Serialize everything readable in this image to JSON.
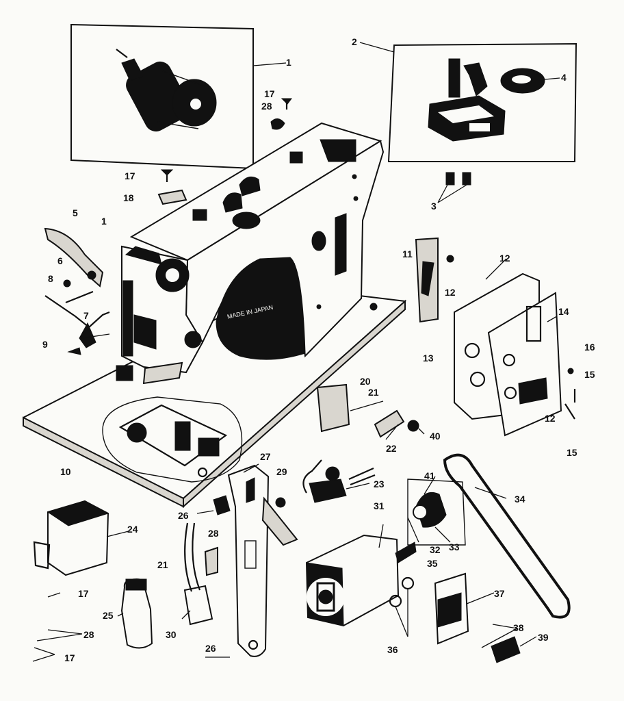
{
  "labels": [
    {
      "id": "l1",
      "text": "1"
    },
    {
      "id": "l2",
      "text": "2"
    },
    {
      "id": "l3",
      "text": "3"
    },
    {
      "id": "l4",
      "text": "4"
    },
    {
      "id": "l5",
      "text": "5"
    },
    {
      "id": "l1b",
      "text": "1"
    },
    {
      "id": "l6",
      "text": "6"
    },
    {
      "id": "l7",
      "text": "7"
    },
    {
      "id": "l8",
      "text": "8"
    },
    {
      "id": "l9",
      "text": "9"
    },
    {
      "id": "l10",
      "text": "10"
    },
    {
      "id": "l11",
      "text": "11"
    },
    {
      "id": "l12a",
      "text": "12"
    },
    {
      "id": "l12b",
      "text": "12"
    },
    {
      "id": "l12c",
      "text": "12"
    },
    {
      "id": "l13",
      "text": "13"
    },
    {
      "id": "l14",
      "text": "14"
    },
    {
      "id": "l15a",
      "text": "15"
    },
    {
      "id": "l15b",
      "text": "15"
    },
    {
      "id": "l16",
      "text": "16"
    },
    {
      "id": "l17a",
      "text": "17"
    },
    {
      "id": "l17b",
      "text": "17"
    },
    {
      "id": "l17c",
      "text": "17"
    },
    {
      "id": "l17d",
      "text": "17"
    },
    {
      "id": "l18",
      "text": "18"
    },
    {
      "id": "l20",
      "text": "20"
    },
    {
      "id": "l21a",
      "text": "21"
    },
    {
      "id": "l21b",
      "text": "21"
    },
    {
      "id": "l22",
      "text": "22"
    },
    {
      "id": "l23",
      "text": "23"
    },
    {
      "id": "l24",
      "text": "24"
    },
    {
      "id": "l25",
      "text": "25"
    },
    {
      "id": "l26a",
      "text": "26"
    },
    {
      "id": "l26b",
      "text": "26"
    },
    {
      "id": "l27",
      "text": "27"
    },
    {
      "id": "l28a",
      "text": "28"
    },
    {
      "id": "l28b",
      "text": "28"
    },
    {
      "id": "l28c",
      "text": "28"
    },
    {
      "id": "l29",
      "text": "29"
    },
    {
      "id": "l30",
      "text": "30"
    },
    {
      "id": "l31",
      "text": "31"
    },
    {
      "id": "l32",
      "text": "32"
    },
    {
      "id": "l33",
      "text": "33"
    },
    {
      "id": "l34",
      "text": "34"
    },
    {
      "id": "l35",
      "text": "35"
    },
    {
      "id": "l36",
      "text": "36"
    },
    {
      "id": "l37",
      "text": "37"
    },
    {
      "id": "l38",
      "text": "38"
    },
    {
      "id": "l39",
      "text": "39"
    },
    {
      "id": "l40",
      "text": "40"
    },
    {
      "id": "l41",
      "text": "41"
    }
  ],
  "base_stamp": "MADE IN JAPAN"
}
